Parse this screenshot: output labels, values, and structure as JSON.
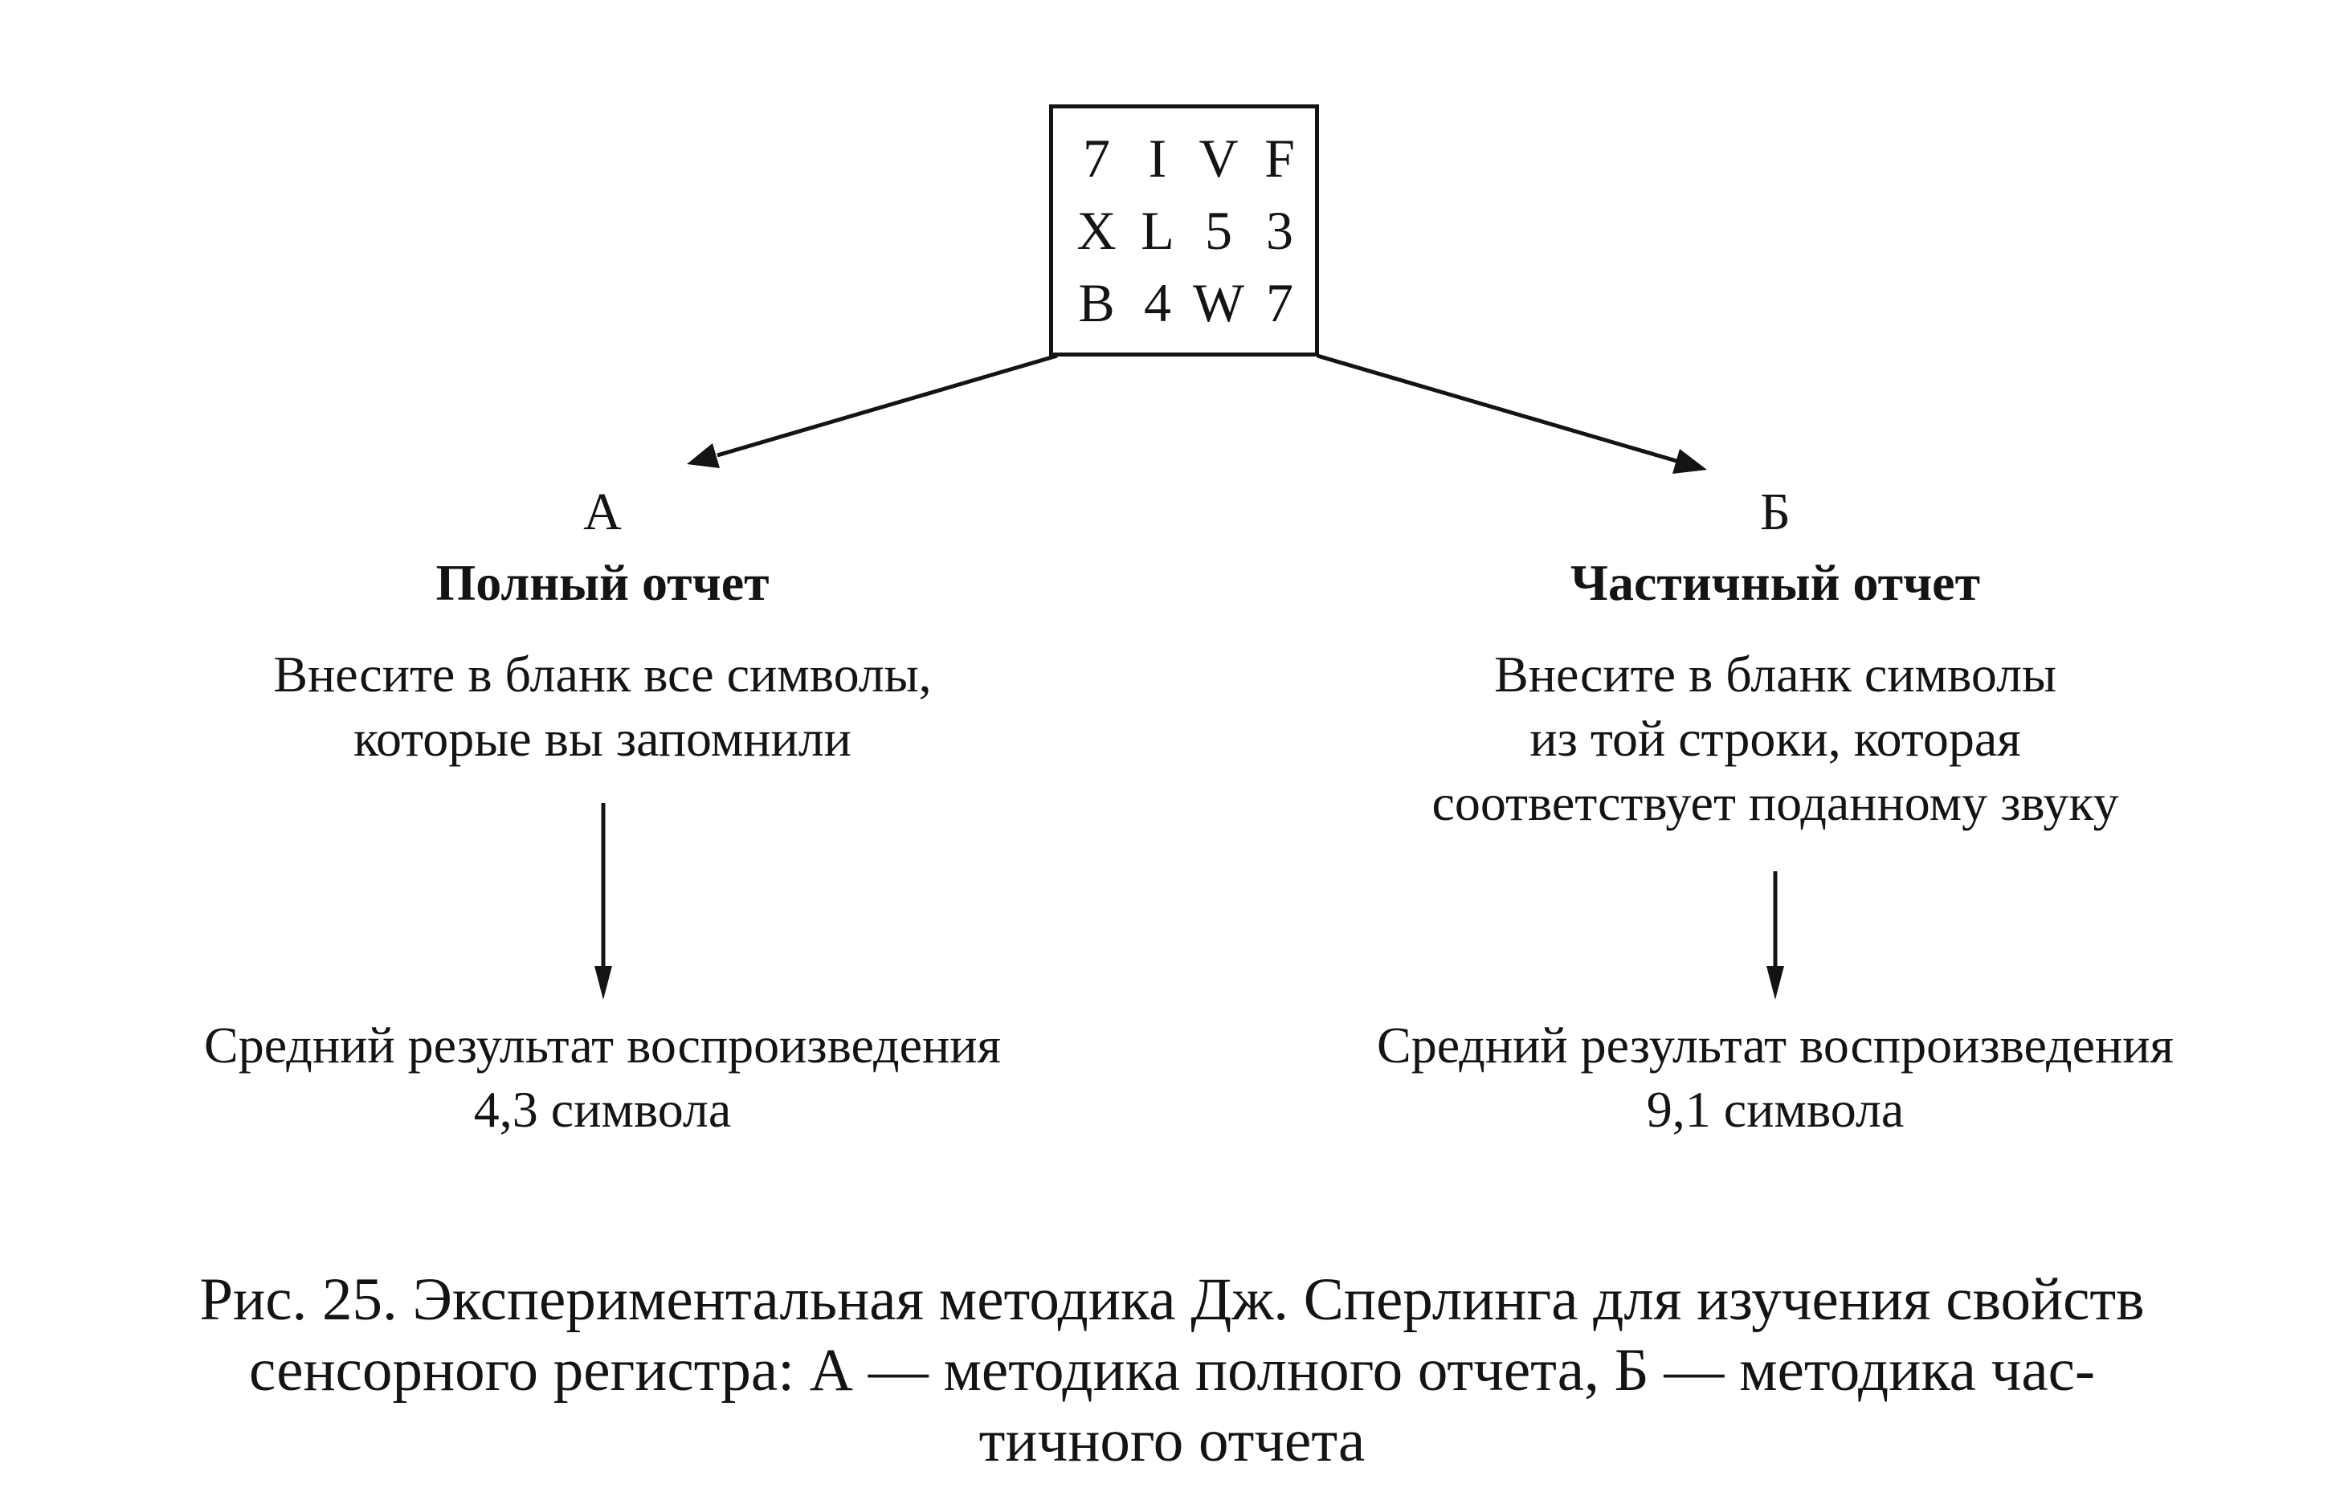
{
  "stimulus_grid": [
    [
      "7",
      "I",
      "V",
      "F"
    ],
    [
      "X",
      "L",
      "5",
      "3"
    ],
    [
      "B",
      "4",
      "W",
      "7"
    ]
  ],
  "branch_a": {
    "letter": "А",
    "title": "Полный отчет",
    "instruction": [
      "Внесите в бланк все символы,",
      "которые вы запомнили"
    ],
    "result": [
      "Средний результат воспроизведения",
      "4,3 символа"
    ]
  },
  "branch_b": {
    "letter": "Б",
    "title": "Частичный отчет",
    "instruction": [
      "Внесите в бланк символы",
      "из той строки, которая",
      "соответствует поданному звуку"
    ],
    "result": [
      "Средний результат воспроизведения",
      "9,1 символа"
    ]
  },
  "caption": [
    "Рис. 25. Экспериментальная методика Дж. Сперлинга для изучения свойств",
    "сенсорного регистра: А — методика полного отчета, Б — методика час-",
    "тичного отчета"
  ]
}
